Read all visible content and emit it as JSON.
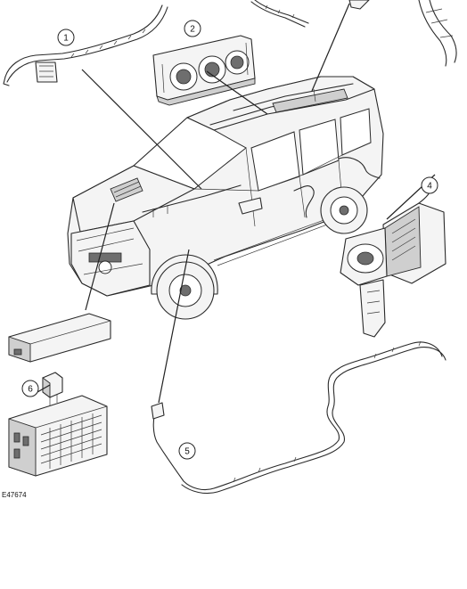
{
  "callouts": [
    {
      "id": "1",
      "label": "1"
    },
    {
      "id": "2",
      "label": "2"
    },
    {
      "id": "4",
      "label": "4"
    },
    {
      "id": "5",
      "label": "5"
    },
    {
      "id": "6",
      "label": "6"
    }
  ],
  "figure_reference": "E47674"
}
